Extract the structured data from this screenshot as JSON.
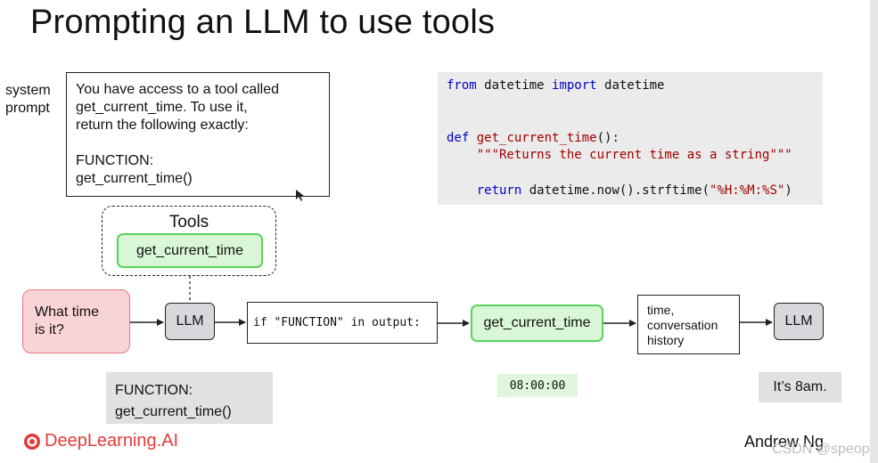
{
  "title": "Prompting an LLM to use tools",
  "system_prompt": {
    "label_lines": [
      "system",
      "prompt"
    ],
    "lines": [
      "You have access to a tool called",
      "get_current_time. To use it,",
      "return the following exactly:",
      "FUNCTION:",
      "get_current_time()"
    ]
  },
  "code": {
    "line1": {
      "kw1": "from",
      "t1": " datetime ",
      "kw2": "import",
      "t2": " datetime"
    },
    "line2": {
      "kw": "def",
      "name": "get_current_time",
      "rest": "():"
    },
    "line3": "\"\"\"Returns the current time as a string\"\"\"",
    "line4": {
      "kw": "return",
      "pre": " datetime.now().strftime(",
      "str": "\"%H:%M:%S\"",
      "post": ")"
    }
  },
  "tools": {
    "title": "Tools",
    "item": "get_current_time"
  },
  "question": {
    "lines": [
      "What time",
      "is it?"
    ]
  },
  "llm_label": "LLM",
  "if_box": "if \"FUNCTION\" in output:",
  "function_node": "get_current_time",
  "history_box": {
    "lines": [
      "time,",
      "conversation",
      "history"
    ]
  },
  "outputs": {
    "llm_output_lines": [
      "FUNCTION:",
      "get_current_time()"
    ],
    "function_result": "08:00:00",
    "final_answer": "It’s 8am."
  },
  "logo": {
    "text": "DeepLearning.AI"
  },
  "author": "Andrew Ng",
  "watermark": "CSDN @speop",
  "colors": {
    "green_fill": "#d9f7d6",
    "green_border": "#59d15a",
    "question_fill": "#f9d4d6",
    "question_border": "#e57582",
    "llm_fill": "#d7d8dc",
    "code_bg": "#ebebeb",
    "keyword": "#0000cc",
    "string": "#a00000",
    "brand": "#e23b3b"
  }
}
